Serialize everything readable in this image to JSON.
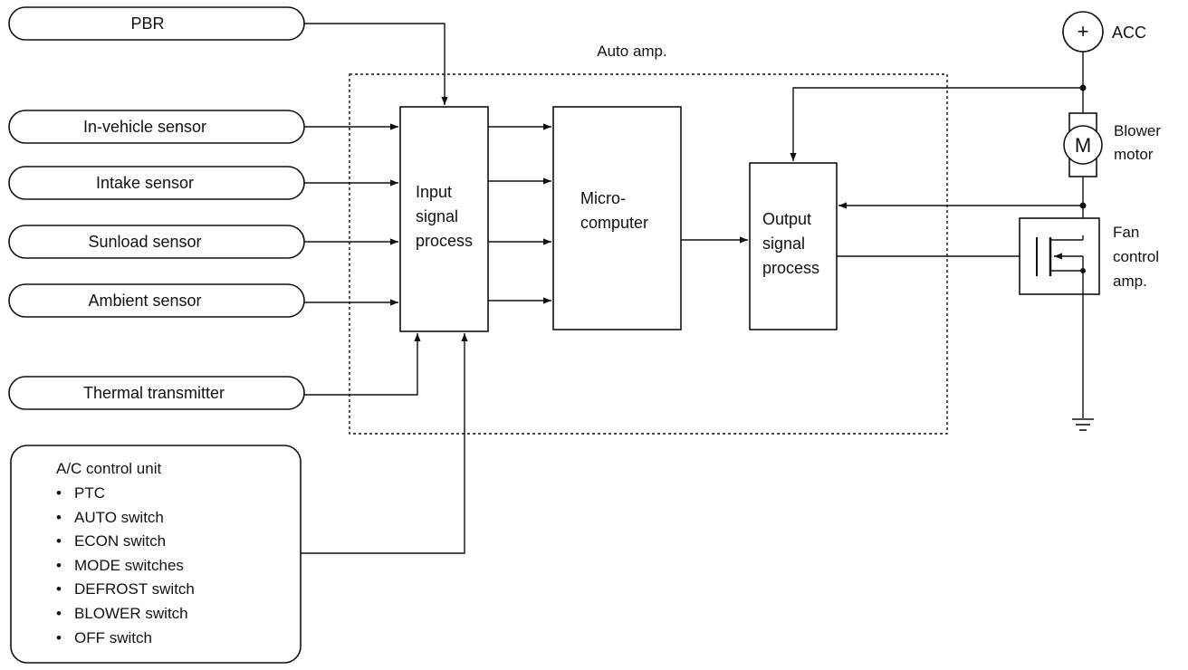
{
  "inputs": {
    "pbr": "PBR",
    "in_vehicle": "In-vehicle sensor",
    "intake": "Intake sensor",
    "sunload": "Sunload sensor",
    "ambient": "Ambient sensor",
    "thermal": "Thermal transmitter"
  },
  "ac_control": {
    "title": "A/C control unit",
    "items": [
      "PTC",
      "AUTO switch",
      "ECON switch",
      "MODE switches",
      "DEFROST switch",
      "BLOWER switch",
      "OFF switch"
    ],
    "bullet": "•"
  },
  "auto_amp": {
    "label": "Auto amp.",
    "input_process": [
      "Input",
      "signal",
      "process"
    ],
    "micro": [
      "Micro-",
      "computer"
    ],
    "output_process": [
      "Output",
      "signal",
      "process"
    ]
  },
  "power": {
    "plus": "+",
    "acc": "ACC",
    "motor_symbol": "M",
    "blower_motor": [
      "Blower",
      "motor"
    ],
    "fan_control_amp": [
      "Fan",
      "control",
      "amp."
    ]
  }
}
